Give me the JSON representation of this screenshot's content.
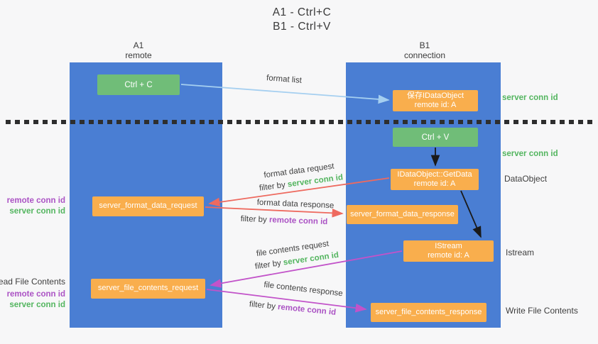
{
  "title": {
    "line1": "A1 - Ctrl+C",
    "line2": "B1 - Ctrl+V"
  },
  "columns": {
    "left": {
      "name": "A1",
      "sub": "remote"
    },
    "right": {
      "name": "B1",
      "sub": "connection"
    }
  },
  "boxes": {
    "ctrl_c": {
      "label": "Ctrl + C"
    },
    "save_idataobject": {
      "line1": "保存IDataObject",
      "line2": "remote id: A"
    },
    "ctrl_v": {
      "label": "Ctrl + V"
    },
    "idataobject_getdata": {
      "line1": "IDataObject::GetData",
      "line2": "remote id: A"
    },
    "server_format_data_request": {
      "label": "server_format_data_request"
    },
    "server_format_data_response": {
      "label": "server_format_data_response"
    },
    "istream": {
      "line1": "IStream",
      "line2": "remote id: A"
    },
    "server_file_contents_request": {
      "label": "server_file_contents_request"
    },
    "server_file_contents_response": {
      "label": "server_file_contents_response"
    }
  },
  "arrow_labels": {
    "format_list": "format list",
    "format_data_request": "format data request",
    "format_data_response": "format data response",
    "file_contents_request": "file contents request",
    "file_contents_response": "file contents response",
    "filter_by": "filter by ",
    "server_conn_id": "server conn id",
    "remote_conn_id": "remote conn id"
  },
  "side_labels": {
    "server_conn_id_top_right": "server conn id",
    "server_conn_id_mid_right": "server conn id",
    "dataobject": "DataObject",
    "istream": "Istream",
    "write_file_contents": "Write File Contents",
    "read_file_contents": "Read File Contents",
    "remote_conn_id_left_1": "remote conn id",
    "server_conn_id_left_1": "server conn id",
    "remote_conn_id_left_2": "remote conn id",
    "server_conn_id_left_2": "server conn id"
  },
  "colors": {
    "column_blue": "#4a7ed3",
    "box_green": "#70bd78",
    "box_orange": "#f9ae4d",
    "conn_id_green": "#53b55f",
    "conn_id_purple": "#ab53c4",
    "arrow_red": "#ee6a5f",
    "arrow_magenta": "#c253c9",
    "arrow_lightblue": "#a5cff0",
    "arrow_black": "#1a1a1a"
  }
}
